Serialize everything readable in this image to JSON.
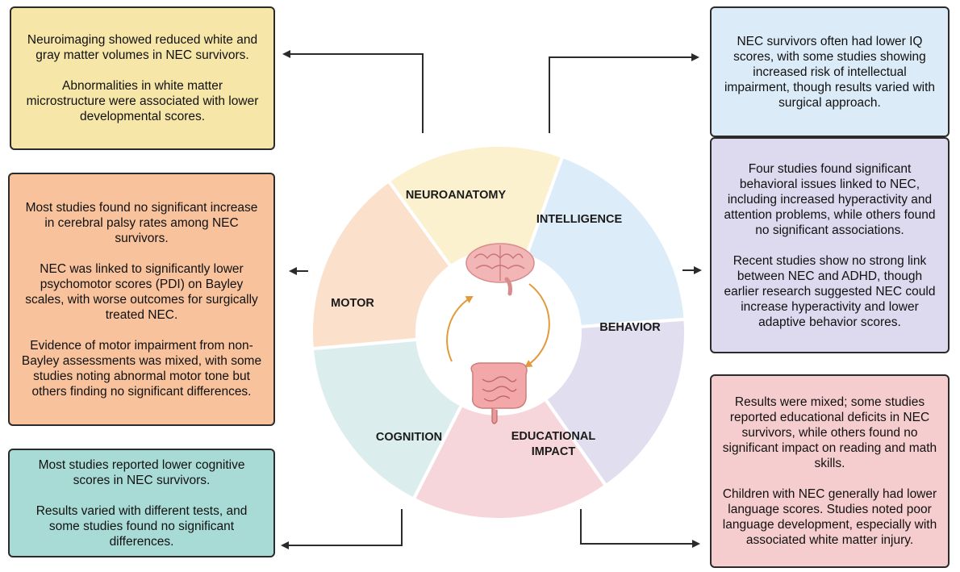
{
  "diagram": {
    "segments": [
      {
        "key": "neuroanatomy",
        "label": "NEUROANATOMY",
        "color": "#fbf1cf"
      },
      {
        "key": "intelligence",
        "label": "INTELLIGENCE",
        "color": "#dcecf8"
      },
      {
        "key": "behavior",
        "label": "BEHAVIOR",
        "color": "#e1def0"
      },
      {
        "key": "educational",
        "label_line1": "EDUCATIONAL",
        "label_line2": "IMPACT",
        "color": "#f6d6da"
      },
      {
        "key": "cognition",
        "label": "COGNITION",
        "color": "#dbeeed"
      },
      {
        "key": "motor",
        "label": "MOTOR",
        "color": "#fbe0cc"
      }
    ],
    "center_icons": [
      "brain-icon",
      "intestine-icon"
    ],
    "arrow_color": "#e39a3a"
  },
  "boxes": {
    "neuroanatomy": {
      "color": "#f6e6a8",
      "paragraphs": [
        "Neuroimaging showed reduced white and gray matter volumes in NEC survivors.",
        "Abnormalities in white matter microstructure were associated with lower developmental scores."
      ]
    },
    "intelligence": {
      "color": "#dcebf8",
      "paragraphs": [
        "NEC survivors often had lower IQ scores, with some studies showing increased risk of intellectual impairment, though results varied with surgical approach."
      ]
    },
    "motor": {
      "color": "#f7c29c",
      "paragraphs": [
        "Most studies found no significant increase in cerebral palsy rates among NEC survivors.",
        "NEC was linked to significantly lower psychomotor scores (PDI) on Bayley scales, with worse outcomes for surgically treated NEC.",
        "Evidence of motor impairment from non-Bayley assessments was mixed, with some studies noting abnormal motor tone but others finding no significant differences."
      ]
    },
    "behavior": {
      "color": "#ddd9ee",
      "paragraphs": [
        "Four studies found significant behavioral issues linked to NEC, including increased hyperactivity and attention problems, while others found no significant associations.",
        "Recent studies show no strong link between NEC and ADHD, though earlier research suggested NEC could increase hyperactivity and lower adaptive behavior scores."
      ]
    },
    "cognition": {
      "color": "#a9dbd6",
      "paragraphs": [
        "Most studies reported lower cognitive scores in NEC survivors.",
        "Results varied with different tests, and some studies found no significant differences."
      ]
    },
    "educational": {
      "color": "#f6cdce",
      "paragraphs": [
        "Results were mixed; some studies reported educational deficits in NEC survivors, while others found no significant impact on reading and math skills.",
        "Children with NEC generally had lower language scores. Studies noted poor language development, especially with associated white matter injury."
      ]
    }
  }
}
